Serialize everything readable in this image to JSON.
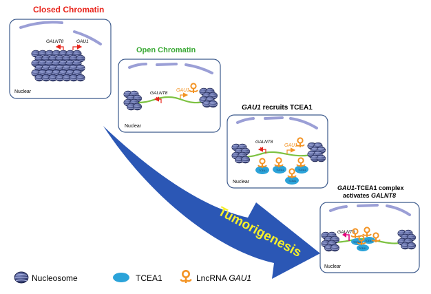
{
  "panels": {
    "closed": {
      "title": "Closed Chromatin",
      "compartment": "Nuclear",
      "gene_galnt8": "GALNT8",
      "gene_gau1": "GAU1"
    },
    "open": {
      "title": "Open Chromatin",
      "compartment": "Nuclear",
      "gene_galnt8": "GALNT8",
      "gene_gau1": "GAU1"
    },
    "recruit": {
      "title_italic": "GAU1",
      "title_rest": " recruits TCEA1",
      "compartment": "Nuclear",
      "gene_galnt8": "GALNT8",
      "gene_gau1": "GAU1",
      "protein_label": "TCEA1"
    },
    "complex": {
      "title_line1_italic": "GAU1",
      "title_line1_rest": "-TCEA1 complex",
      "title_line2_plain": "activates ",
      "title_line2_italic": "GALNT8",
      "compartment": "Nuclear",
      "gene_galnt8": "GALNT8",
      "protein_label": "TCEA1"
    }
  },
  "arrow": {
    "label": "Tumorigenesis"
  },
  "legend": {
    "nucleosome": "Nucleosome",
    "tcea1": "TCEA1",
    "lnc_prefix": "LncRNA ",
    "lnc_italic": "GAU1"
  },
  "colors": {
    "closed_title": "#e8241b",
    "open_title": "#3aa935",
    "panel_border": "#3c5a8c",
    "membrane": "#9b9fd6",
    "nucleosome": "#34406e",
    "dna": "#7dc242",
    "gau1": "#f39323",
    "tcea1": "#2ba3d9",
    "arrow": "#2b57b5",
    "arrow_label": "#f5ef2a",
    "galnt8_flag": "#e5007e"
  }
}
